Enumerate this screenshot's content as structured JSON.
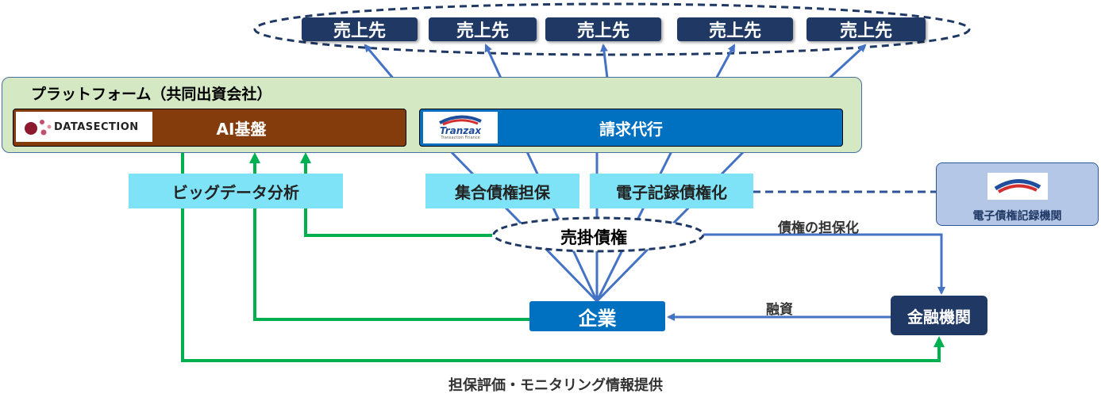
{
  "buyers": [
    "売上先",
    "売上先",
    "売上先",
    "売上先",
    "売上先"
  ],
  "platform": {
    "title": "プラットフォーム（共同出資会社）",
    "ai_label": "AI基盤",
    "datasection_logo": "DATASECTION",
    "billing_label": "請求代行",
    "tranzax_logo": "Tranzax",
    "tranzax_tagline": "Transaction Finance"
  },
  "bigdata_label": "ビッグデータ分析",
  "collateral_label": "集合債権担保",
  "e_claim_label": "電子記録債権化",
  "registry_label": "電子債権記録機関",
  "receivables_label": "売掛債権",
  "securitization_label": "債権の担保化",
  "financing_label": "融資",
  "company_label": "企業",
  "bank_label": "金融機関",
  "monitoring_label": "担保評価・モニタリング情報提供",
  "colors": {
    "navy": "#1f3864",
    "blue": "#0070c0",
    "arrow_blue": "#4472c4",
    "green": "#00b050",
    "brown": "#843c0c",
    "cyan": "#7fe3f7",
    "platform_bg": "#d5e8c4"
  }
}
